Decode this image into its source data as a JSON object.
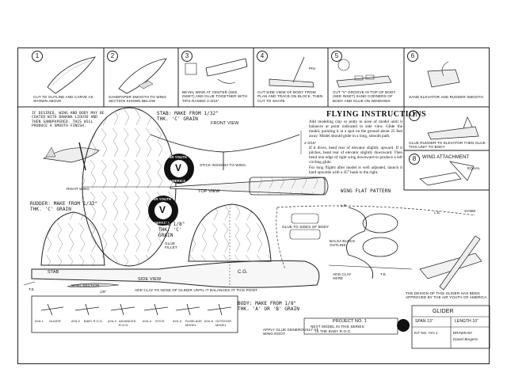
{
  "steps": [
    {
      "num": "1",
      "text": "Cut to outline and carve as shown above"
    },
    {
      "num": "2",
      "text": "Sandpaper smooth to wing section shown below"
    },
    {
      "num": "3",
      "text": "Bevel wing at center (see inset) and glue together with tips raised 2-3/16\""
    },
    {
      "num": "4",
      "text": "Cut side view of body from plan and trace on block, then cut to shape"
    },
    {
      "num": "5",
      "text": "Cut \"V\" groove in top of body (see inset) sand corners of body and glue on windows"
    },
    {
      "num": "6",
      "text": "Sand elevator and rudder smooth"
    },
    {
      "num": "7",
      "text": "Glue rudder to elevator then glue this unit to body"
    },
    {
      "num": "8",
      "text": "Wing attachment"
    }
  ],
  "pin_label": "PIN",
  "equal_label": "EQUAL",
  "finish_note": "If desired, wing and body may be coated with banana liquid and then sandpapered. This will produce a smooth finish.",
  "right_wing": "RIGHT WING",
  "stab_note": "STAB: MAKE FROM 1/32\" THK. 'C' GRAIN",
  "front_view": "FRONT VIEW",
  "dihedral": "2-3/16\"",
  "stick_insignia": "STICK INSIGNIA TO WING",
  "top_view": "TOP VIEW",
  "insignia": {
    "top": "AIR YOUTH",
    "bottom": "AMERICA",
    "letter": "V"
  },
  "flying": {
    "title": "FLYING INSTRUCTIONS",
    "p1": "Add modeling clay or putty to nose of model until it balances at point indicated in side view. Glide the model, pointing it at a spot on the ground about 25 feet away. Model should glide in a long, smooth path.",
    "p2": "If it dives, bend rear of elevator slightly upward. If it pitches, bend rear of elevator slightly downward. Then bend rear edge of right wing downward to produce a left circling glide.",
    "p3": "For long flights after model is well adjusted, launch it hard upwards with a 45° bank to the right."
  },
  "wing_flat_pattern": "WING FLAT PATTERN",
  "le": "L.E.",
  "te": "T.E.",
  "symm": "SYMM",
  "glue_sides": "GLUE TO SIDES OF BODY",
  "balsa_block": "BALSA BLOCK OUTLINE",
  "rudder_note": "RUDDER: MAKE FROM 1/32\" THK. 'C' GRAIN",
  "wing_label": "WING 1/8\" THK. 'C' GRAIN",
  "glue_fillet": "GLUE FILLET",
  "stab_label": "STAB",
  "cg": "C.G.",
  "side_view": "SIDE VIEW",
  "wing_section": "WING SECTION",
  "eighth": "1/8\"",
  "add_clay": "ADD CLAY HERE",
  "add_clay_nose": "ADD CLAY TO NOSE OF GLIDER UNTIL IT BALANCES AT THIS POINT",
  "body_note": "BODY: MAKE FROM 1/8\" THK. 'A' OR 'B' GRAIN",
  "apply_glue": "APPLY GLUE GENEROUSLY AT WING ROOT",
  "project": {
    "title": "PROJECT NO. 1",
    "l1": "NEXT MODEL IN THIS SERIES",
    "l2": "IS THE BABY R.O.G."
  },
  "design_note": "THE DESIGN OF THIS GLIDER HAS BEEN APPROVED BY THE AIR YOUTH OF AMERICA.",
  "title_block": {
    "name": "GLIDER",
    "span": "SPAN 13\"",
    "length": "LENGTH 10\"",
    "kit": "KIT NO. AYA 1",
    "drawn": "DRAWN BY",
    "signature": "Daniel Burgess"
  },
  "series": [
    {
      "id": "AYA-1",
      "name": "GLIDER"
    },
    {
      "id": "AYA-2",
      "name": "BABY R.O.G."
    },
    {
      "id": "AYA-3",
      "name": "ADVANCED R.O.G."
    },
    {
      "id": "AYA-4",
      "name": "STICK"
    },
    {
      "id": "AYA-5",
      "name": "FUSELAGE MODEL"
    },
    {
      "id": "AYA-6",
      "name": "OUTDOOR MODEL"
    }
  ]
}
